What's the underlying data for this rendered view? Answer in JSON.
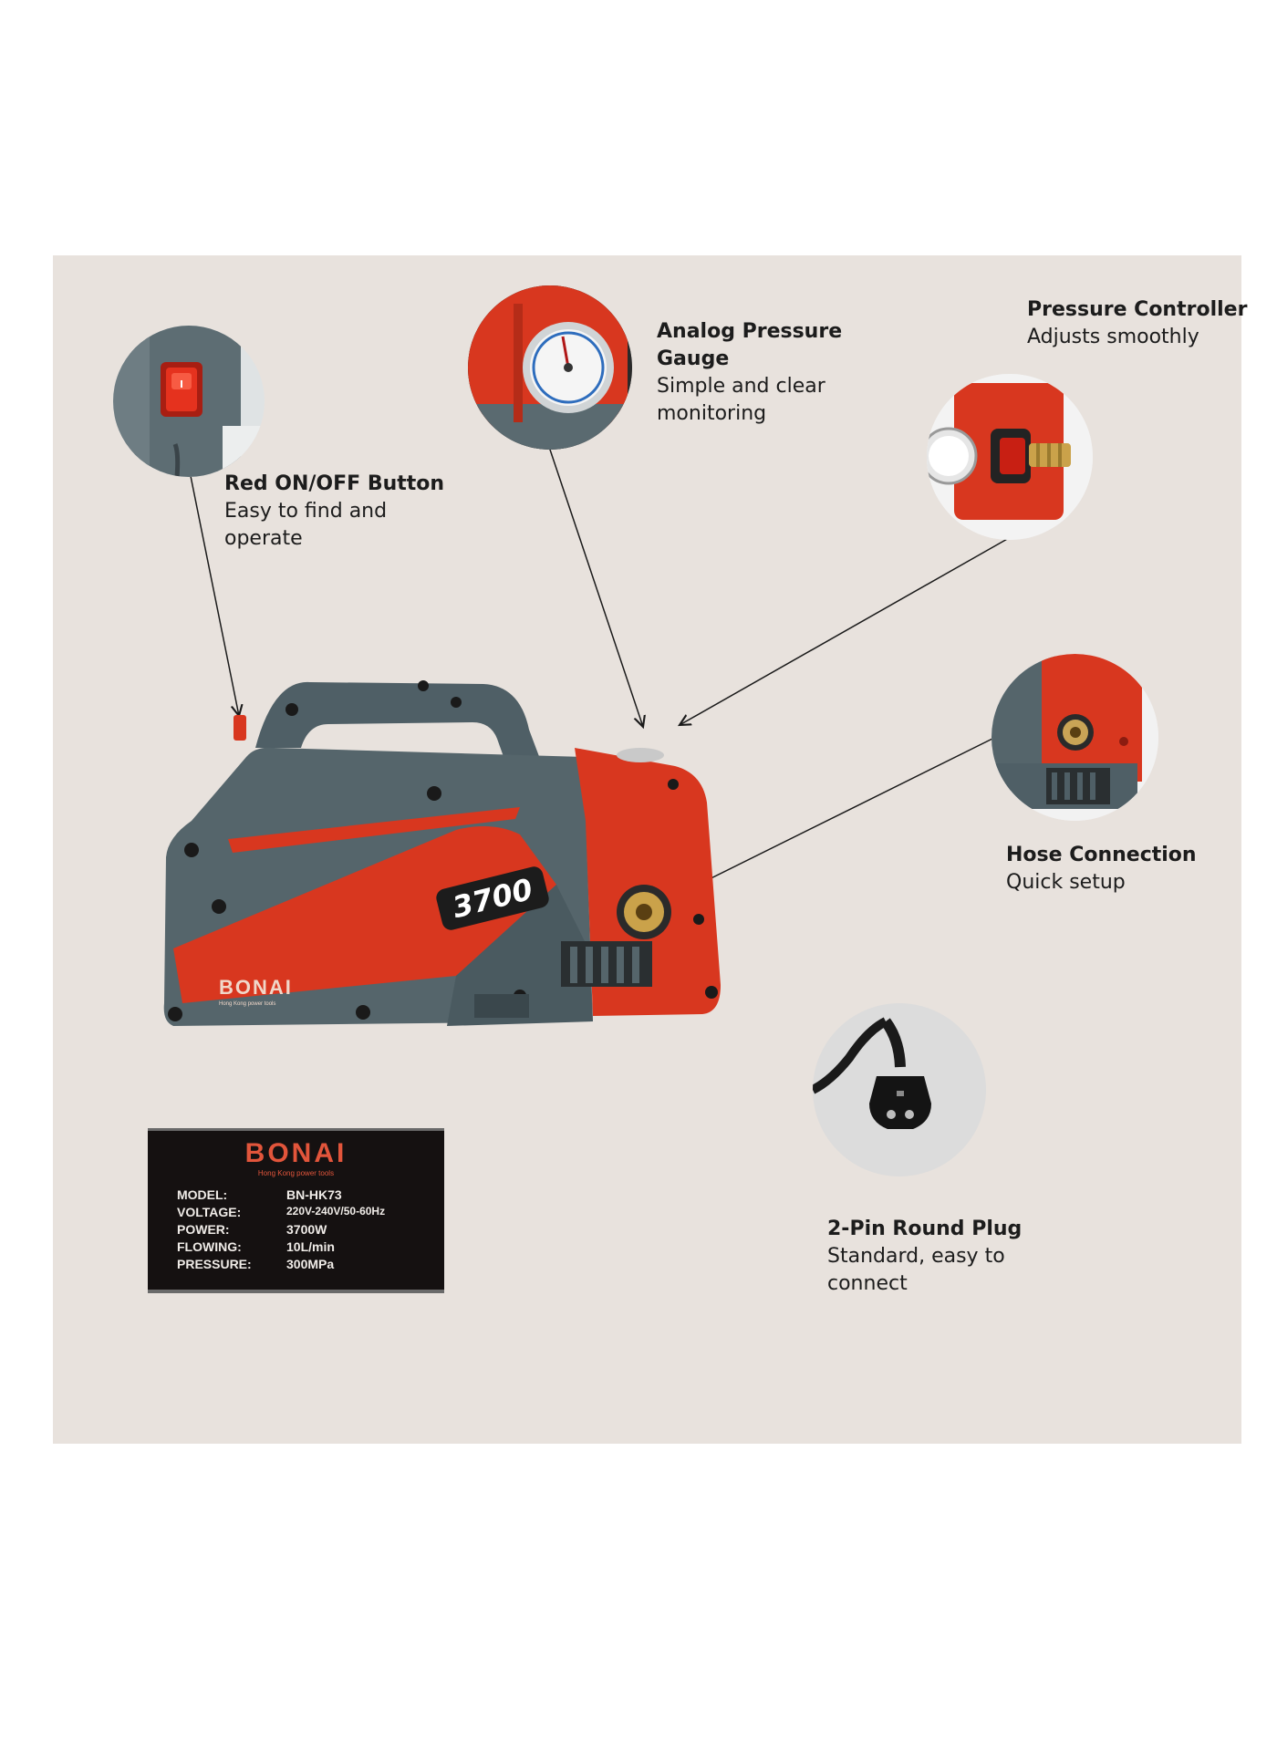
{
  "callouts": {
    "switch": {
      "title": "Red ON/OFF Button",
      "desc1": "Easy to find and",
      "desc2": "operate"
    },
    "gauge": {
      "title1": "Analog Pressure",
      "title2": "Gauge",
      "desc1": "Simple and clear",
      "desc2": "monitoring"
    },
    "controller": {
      "title": "Pressure Controller",
      "desc": "Adjusts smoothly"
    },
    "hose": {
      "title": "Hose Connection",
      "desc": "Quick setup"
    },
    "plug": {
      "title": "2-Pin Round Plug",
      "desc1": "Standard, easy to",
      "desc2": "connect"
    }
  },
  "product": {
    "model_number": "3700",
    "brand": "BONAI",
    "brand_sub": "Hong Kong power tools"
  },
  "spec_label": {
    "brand": "BONAI",
    "tagline": "Hong Kong power tools",
    "rows": [
      {
        "key": "MODEL:",
        "value": "BN-HK73"
      },
      {
        "key": "VOLTAGE:",
        "value": "220V-240V/50-60Hz"
      },
      {
        "key": "POWER:",
        "value": "3700W"
      },
      {
        "key": "FLOWING:",
        "value": "10L/min"
      },
      {
        "key": "PRESSURE:",
        "value": "300MPa"
      }
    ]
  },
  "colors": {
    "background": "#e8e2dd",
    "body_gray": "#4f5f66",
    "body_red": "#d83a26",
    "text": "#1c1c1c"
  }
}
